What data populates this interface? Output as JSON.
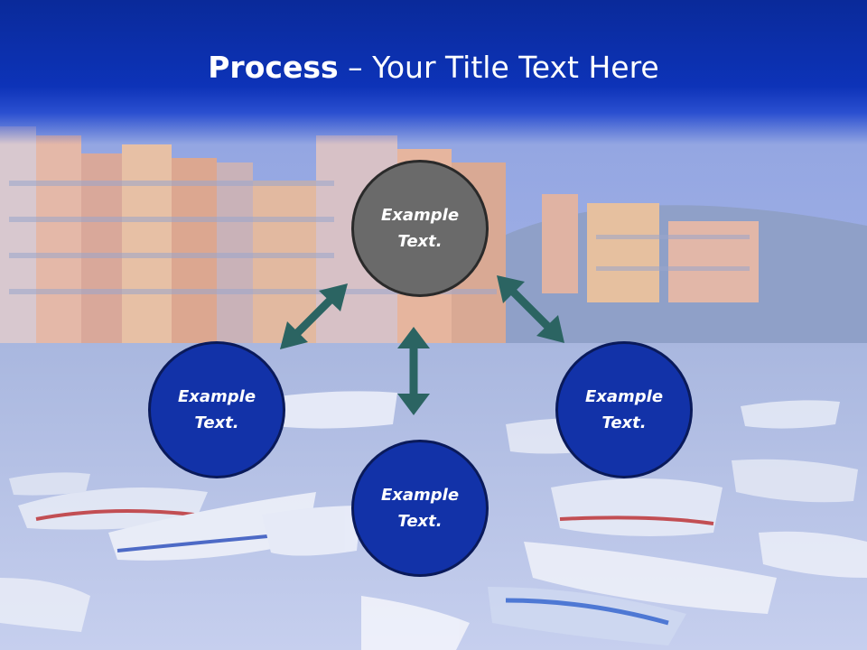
{
  "slide": {
    "title_bold": "Process",
    "title_rest": " – Your Title Text Here"
  },
  "diagram": {
    "nodes": {
      "top": "Example\nText.",
      "left": "Example\nText.",
      "bottom": "Example\nText.",
      "right": "Example\nText."
    }
  },
  "colors": {
    "header_blue": "#0d33b8",
    "node_blue": "#1232a8",
    "node_gray": "#6a6a6a",
    "arrow_teal": "#2b6462"
  }
}
